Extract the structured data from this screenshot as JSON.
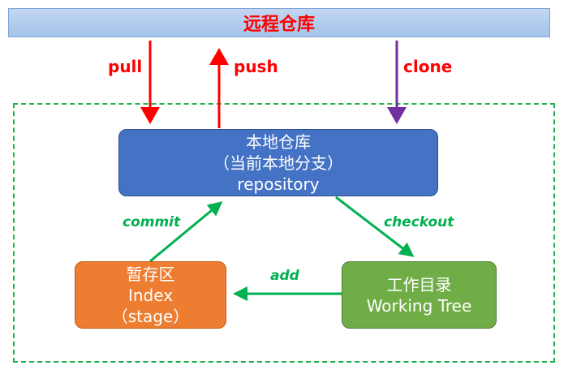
{
  "remote": {
    "title": "远程仓库"
  },
  "arrows": {
    "pull": "pull",
    "push": "push",
    "clone": "clone",
    "commit": "commit",
    "checkout": "checkout",
    "add": "add"
  },
  "repository": {
    "line1": "本地仓库",
    "line2": "（当前本地分支）",
    "line3": "repository"
  },
  "index": {
    "line1": "暂存区",
    "line2": "Index",
    "line3": "（stage）"
  },
  "worktree": {
    "line1": "工作目录",
    "line2": "Working Tree"
  },
  "colors": {
    "remote_fill": "#b4cdee",
    "red_arrow": "#ff0000",
    "purple_arrow": "#7030a0",
    "green_arrow": "#00b050",
    "repo_fill": "#4472c4",
    "index_fill": "#ed7d31",
    "worktree_fill": "#70ad47"
  }
}
